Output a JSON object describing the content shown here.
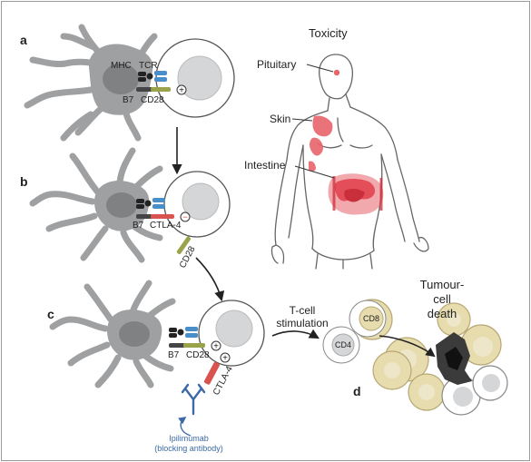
{
  "panels": {
    "a": "a",
    "b": "b",
    "c": "c",
    "d": "d"
  },
  "molecules": {
    "mhc": "MHC",
    "tcr": "TCR",
    "b7": "B7",
    "cd28": "CD28",
    "ctla4": "CTLA-4"
  },
  "signs": {
    "plus": "+",
    "minus": "−"
  },
  "toxicity": {
    "title": "Toxicity",
    "pituitary": "Pituitary",
    "skin": "Skin",
    "intestine": "Intestine"
  },
  "stimulation": {
    "line1": "T-cell",
    "line2": "stimulation"
  },
  "tumour": {
    "line1": "Tumour-",
    "line2": "cell",
    "line3": "death",
    "cd8": "CD8",
    "cd4": "CD4"
  },
  "antibody": {
    "name": "Ipilimumab",
    "description": "(blocking antibody)"
  },
  "colors": {
    "dendritic": "#9fa0a2",
    "nucleus": "#d4d6d8",
    "tcr": "#4a8ec9",
    "cd28": "#9aa34a",
    "ctla4": "#d9534f",
    "organ": "#e8636b",
    "cd8_cell": "#e6dcae",
    "antibody": "#3b6aa6"
  }
}
